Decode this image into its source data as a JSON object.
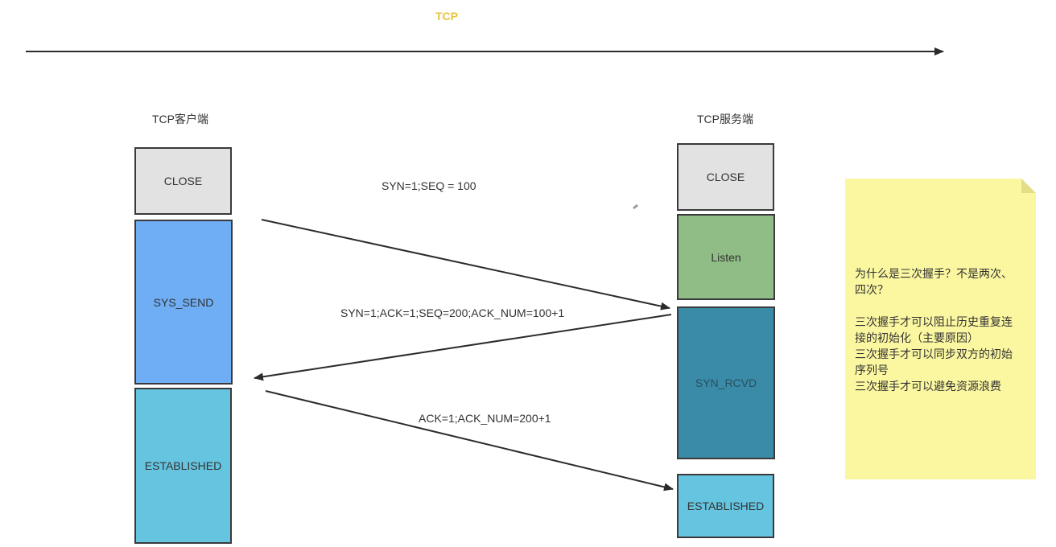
{
  "title": "TCP",
  "client": {
    "label": "TCP客户端",
    "states": [
      "CLOSE",
      "SYS_SEND",
      "ESTABLISHED"
    ]
  },
  "server": {
    "label": "TCP服务端",
    "states": [
      "CLOSE",
      "Listen",
      "SYN_RCVD",
      "ESTABLISHED"
    ]
  },
  "messages": [
    "SYN=1;SEQ = 100",
    "SYN=1;ACK=1;SEQ=200;ACK_NUM=100+1",
    "ACK=1;ACK_NUM=200+1"
  ],
  "note": {
    "lines": [
      "为什么是三次握手？不是两次、",
      "四次？",
      "",
      "三次握手才可以阻止历史重复连",
      "接的初始化（主要原因）",
      "三次握手才可以同步双方的初始",
      "序列号",
      "三次握手才可以避免资源浪费"
    ]
  }
}
